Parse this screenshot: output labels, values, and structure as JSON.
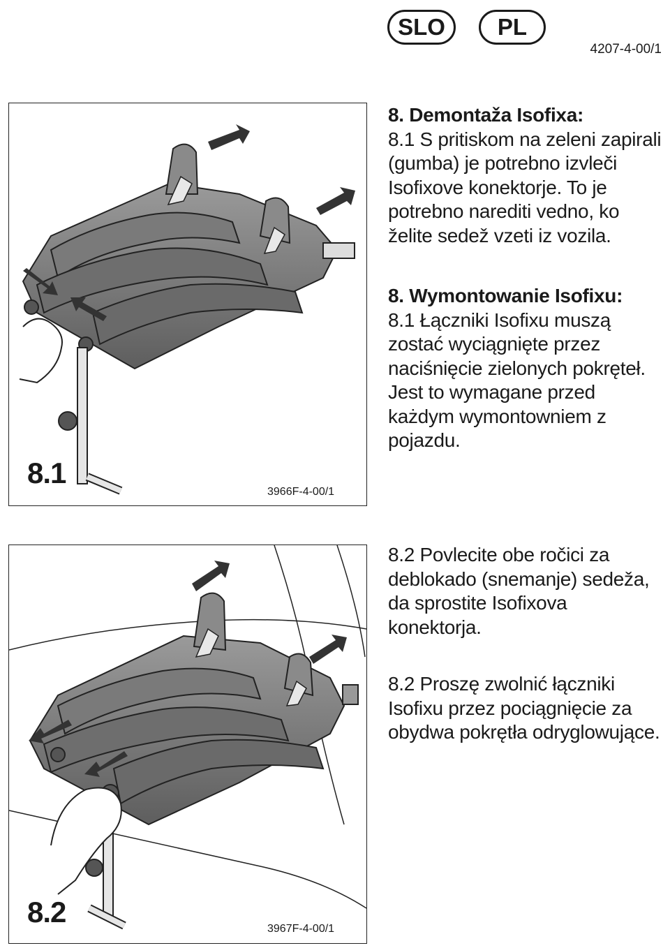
{
  "header": {
    "lang_slo": "SLO",
    "lang_pl": "PL",
    "doc_number": "4207-4-00/1"
  },
  "figure1": {
    "label": "8.1",
    "code": "3966F-4-00/1"
  },
  "figure2": {
    "label": "8.2",
    "code": "3967F-4-00/1"
  },
  "section_slo": {
    "heading": "8. Demontaža Isofixa:",
    "step_8_1": [
      "8.1 S pritiskom na zeleni zapirali",
      "(gumba) je potrebno izvleči",
      "Isofixove konektorje. To je",
      "potrebno narediti vedno, ko",
      "želite sedež vzeti iz vozila."
    ],
    "step_8_2": [
      "8.2 Povlecite obe ročici za",
      "deblokado (snemanje) sedeža,",
      "da sprostite Isofixova",
      "konektorja."
    ]
  },
  "section_pl": {
    "heading": "8. Wymontowanie Isofixu:",
    "step_8_1": [
      "8.1 Łączniki Isofixu muszą",
      "zostać wyciągnięte przez",
      "naciśnięcie zielonych pokręteł.",
      "Jest to wymagane przed",
      "każdym wymontowniem z",
      "pojazdu."
    ],
    "step_8_2": [
      "8.2 Proszę zwolnić łączniki",
      "Isofixu przez pociągnięcie za",
      "obydwa pokrętła odryglowujące."
    ]
  }
}
